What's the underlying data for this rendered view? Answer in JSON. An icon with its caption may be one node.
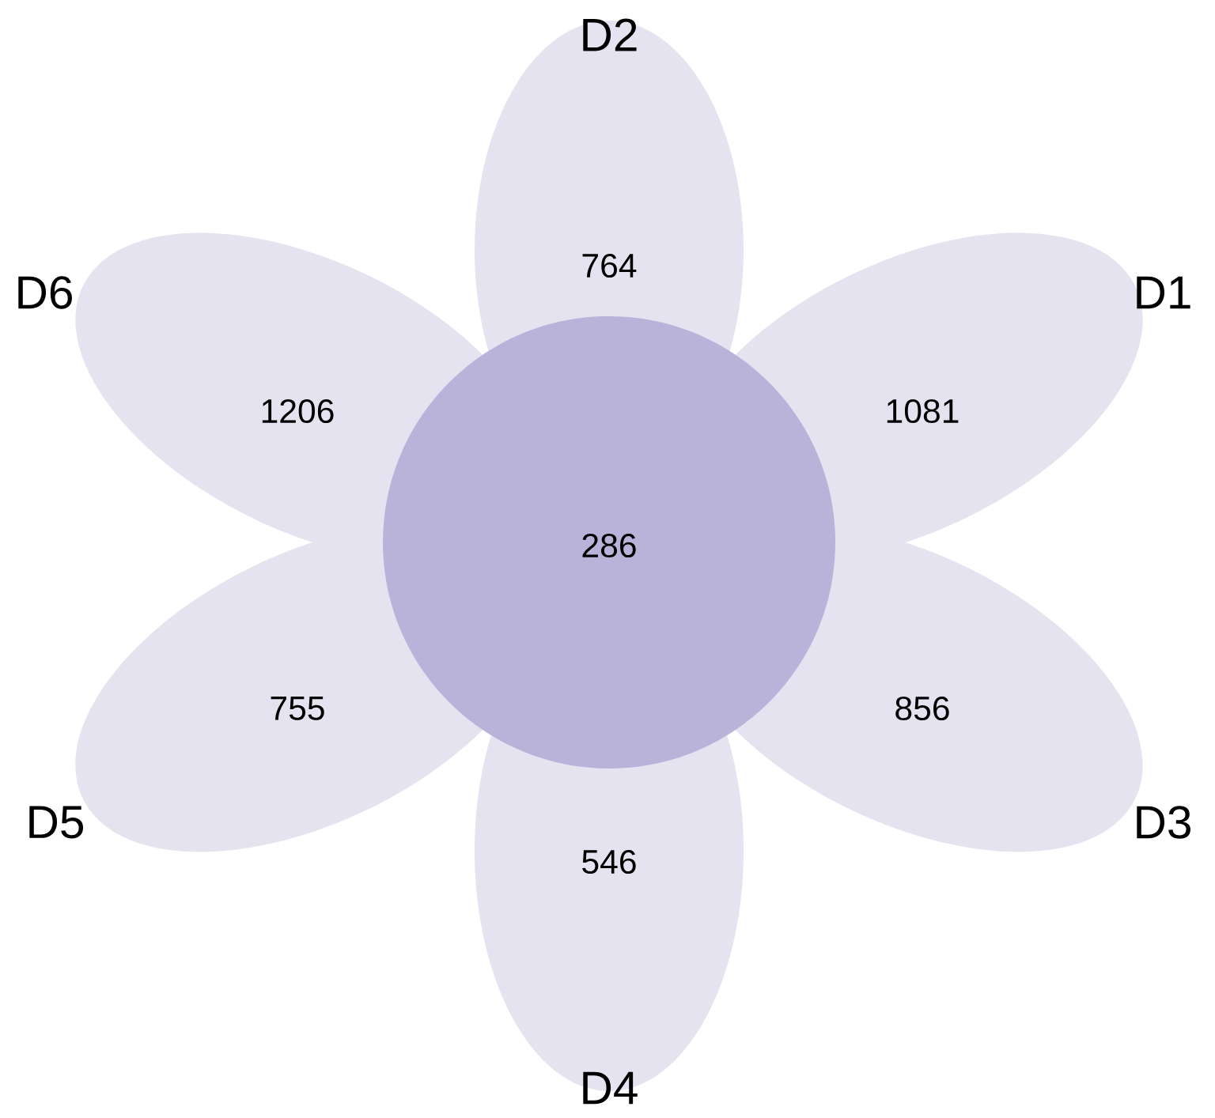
{
  "diagram": {
    "nodes": [
      {
        "text": [
          "D2",
          "764"
        ]
      },
      {
        "text": [
          "D1",
          "1081"
        ]
      },
      {
        "text": [
          "D3",
          "856"
        ]
      },
      {
        "text": [
          "546",
          "D4"
        ]
      },
      {
        "text": [
          "D5",
          "755"
        ]
      },
      {
        "text": [
          "D6",
          "1206"
        ]
      },
      {
        "text": [
          "286"
        ]
      }
    ]
  }
}
